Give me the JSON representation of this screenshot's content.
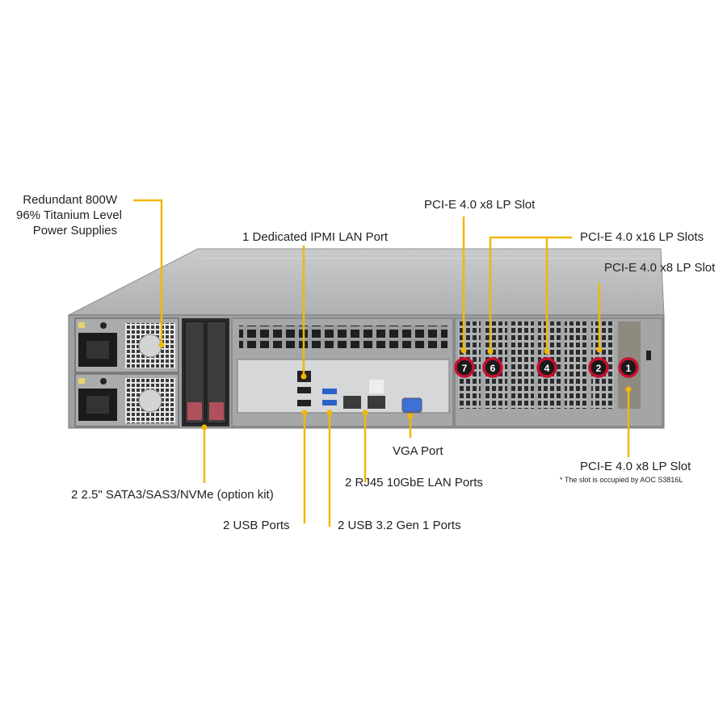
{
  "labels": {
    "psu": [
      "Redundant  800W",
      "96% Titanium Level",
      "Power Supplies"
    ],
    "ipmi": "1 Dedicated IPMI  LAN Port",
    "pcie_slot7": "PCI-E 4.0 x8 LP Slot",
    "pcie_x16": "PCI-E 4.0 x16 LP Slots",
    "pcie_slot2": "PCI-E 4.0 x8 LP Slot",
    "pcie_slot1": "PCI-E 4.0 x8 LP Slot",
    "pcie_slot1_note": "* The slot is occupied by AOC S3816L",
    "vga": "VGA Port",
    "rj45": "2 RJ45  10GbE LAN Ports",
    "drives": "2 2.5\" SATA3/SAS3/NVMe (option kit)",
    "usb": "2 USB Ports",
    "usb32": "2 USB 3.2 Gen 1 Ports"
  },
  "slot_badges": [
    "7",
    "6",
    "4",
    "2",
    "1"
  ],
  "colors": {
    "leader": "#f2b705",
    "badge": "#c8102e",
    "chassis": "#b9bbbd"
  }
}
